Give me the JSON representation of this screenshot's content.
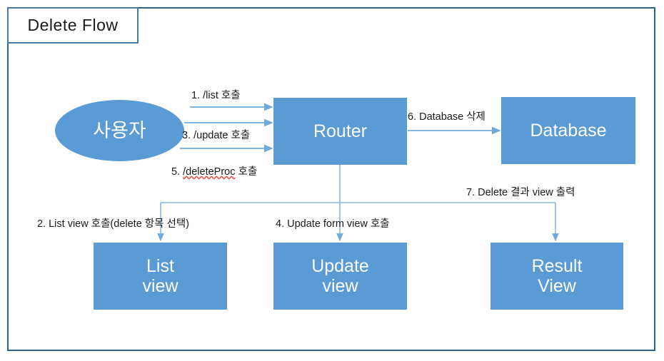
{
  "diagram": {
    "title": "Delete Flow",
    "accent_color": "#5b9bd5",
    "frame_color": "#2e6389",
    "connector_color": "#7fb0dd",
    "nodes": {
      "user": "사용자",
      "router": "Router",
      "database": "Database",
      "list_view_line1": "List",
      "list_view_line2": "view",
      "update_view_line1": "Update",
      "update_view_line2": "view",
      "result_view_line1": "Result",
      "result_view_line2": "View"
    },
    "edges": [
      {
        "id": "e1",
        "label": "1. /list 호출"
      },
      {
        "id": "e2",
        "label": "2. List view  호출(delete 항목 선택)"
      },
      {
        "id": "e3",
        "label": "3. /update 호출"
      },
      {
        "id": "e4",
        "label": "4. Update form view  호출"
      },
      {
        "id": "e5",
        "label_prefix": "5. ",
        "label_code": "/deleteProc",
        "label_suffix": " 호출"
      },
      {
        "id": "e6",
        "label": "6. Database 삭제"
      },
      {
        "id": "e7",
        "label": "7. Delete 결과 view 출력"
      }
    ]
  }
}
